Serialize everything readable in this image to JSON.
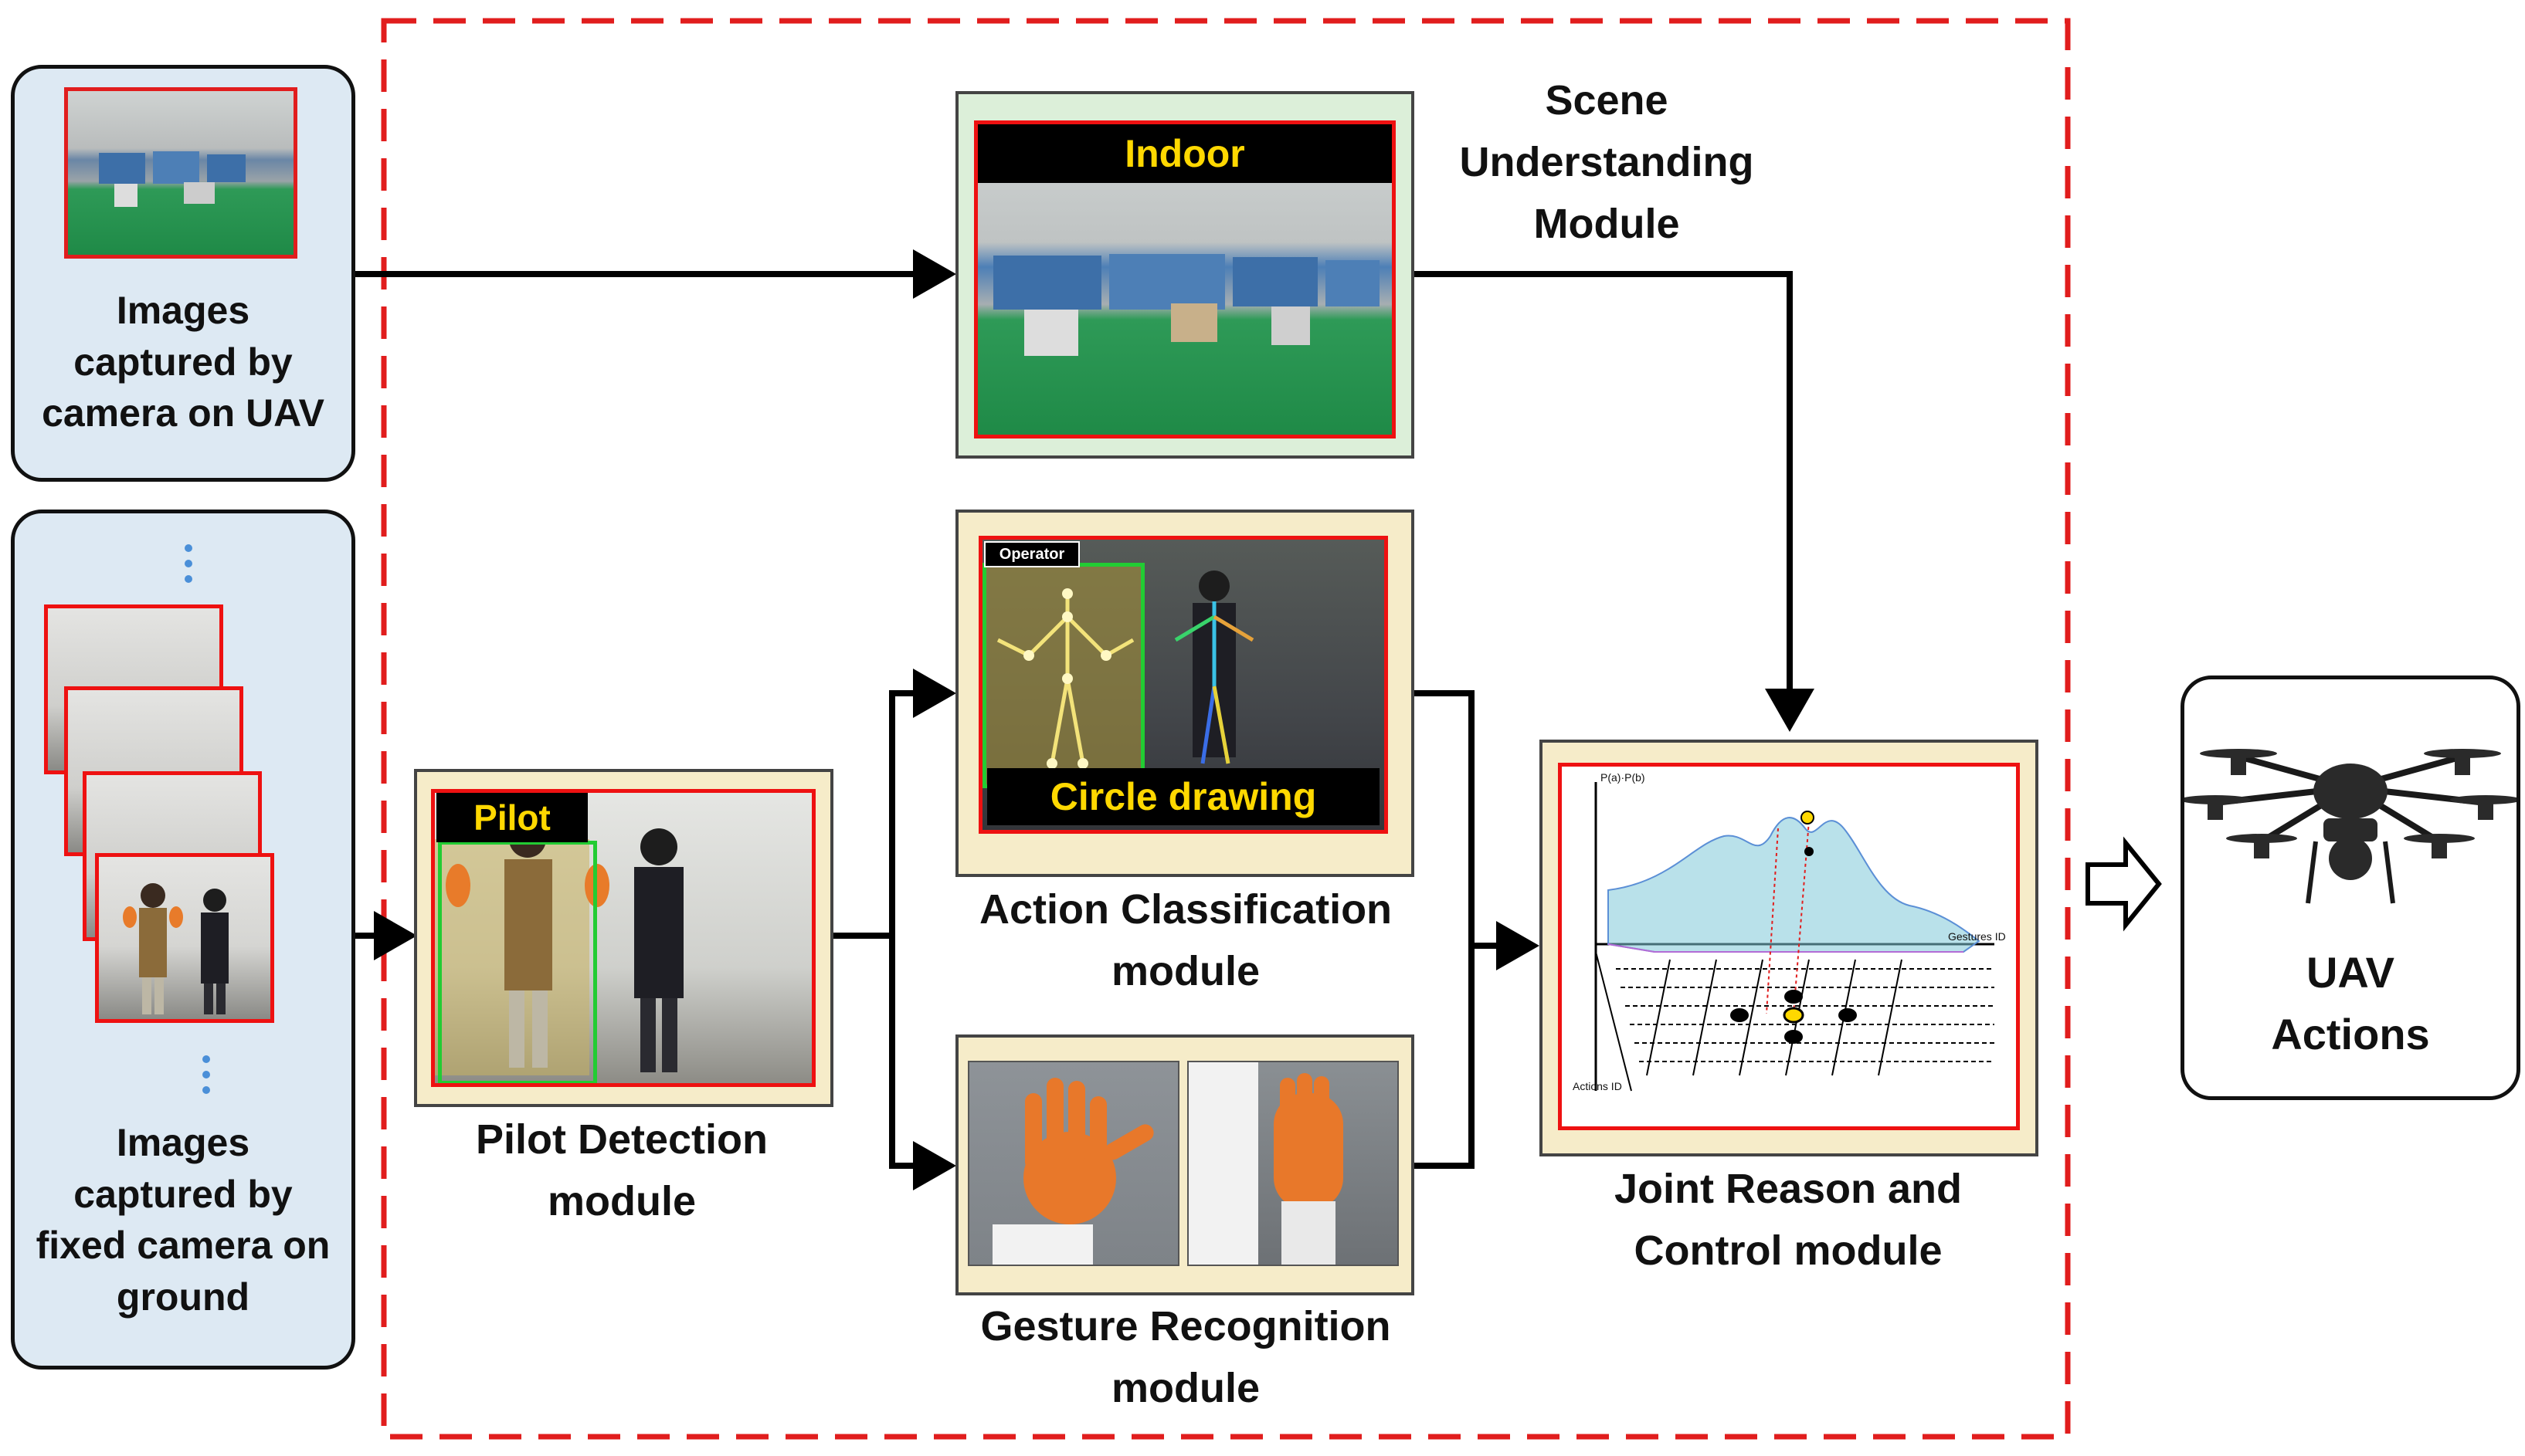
{
  "inputs": {
    "uav_camera_label": "Images captured by camera on UAV",
    "ground_camera_label": "Images captured by fixed camera on ground"
  },
  "modules": {
    "scene": {
      "title_line1": "Scene",
      "title_line2": "Understanding",
      "title_line3": "Module",
      "tag": "Indoor"
    },
    "pilot": {
      "title_line1": "Pilot Detection",
      "title_line2": "module",
      "tag": "Pilot"
    },
    "action": {
      "title_line1": "Action Classification",
      "title_line2": "module",
      "tag": "Circle drawing",
      "operator_tag": "Operator"
    },
    "gesture": {
      "title_line1": "Gesture Recognition",
      "title_line2": "module"
    },
    "joint": {
      "title_line1": "Joint Reason and",
      "title_line2": "Control module",
      "plot_ylabel": "P(a)·P(b)",
      "plot_xlabel": "Gestures ID",
      "plot_zlabel": "Actions ID"
    }
  },
  "output": {
    "line1": "UAV",
    "line2": "Actions"
  },
  "colors": {
    "dashed_frame": "#e11d1d",
    "photo_border": "#e11d1d",
    "module_fill": "#f6ecc9",
    "scene_fill": "#dcefd9",
    "input_fill": "#dde9f3",
    "tag_text": "#ffd800"
  }
}
